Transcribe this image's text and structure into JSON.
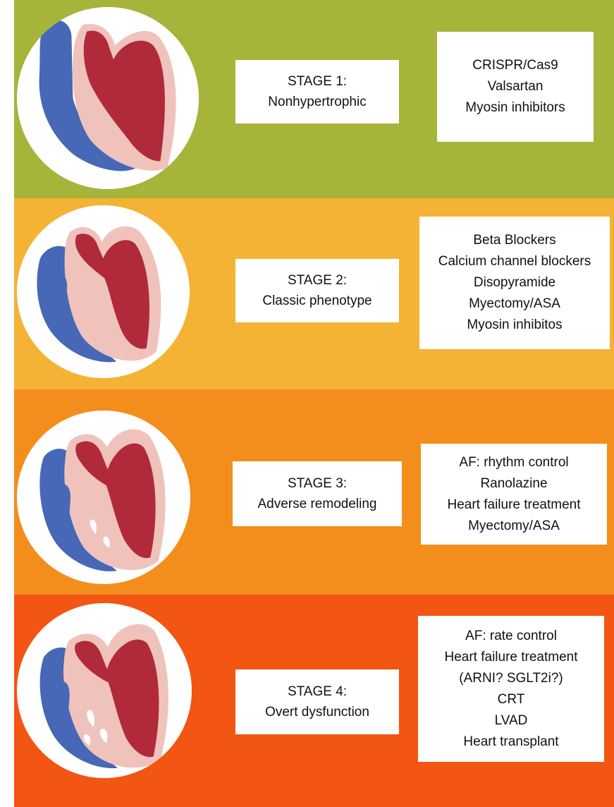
{
  "colors": {
    "stage1_bg": "#a6b43a",
    "stage2_bg": "#f5b335",
    "stage3_bg": "#f38e1d",
    "stage4_bg": "#f35513",
    "heart_red": "#b12a3b",
    "heart_blue": "#4668b6",
    "heart_pink": "#efc3bb",
    "heart_white": "#ffffff"
  },
  "stages": [
    {
      "label_line1": "STAGE 1:",
      "label_line2": "Nonhypertrophic",
      "treatments": [
        "CRISPR/Cas9",
        "Valsartan",
        "Myosin inhibitors"
      ]
    },
    {
      "label_line1": "STAGE 2:",
      "label_line2": "Classic phenotype",
      "treatments": [
        "Beta Blockers",
        "Calcium channel blockers",
        "Disopyramide",
        "Myectomy/ASA",
        "Myosin inhibitos"
      ]
    },
    {
      "label_line1": "STAGE 3:",
      "label_line2": "Adverse remodeling",
      "treatments": [
        "AF: rhythm control",
        "Ranolazine",
        "Heart failure treatment",
        "Myectomy/ASA"
      ]
    },
    {
      "label_line1": "STAGE 4:",
      "label_line2": "Overt dysfunction",
      "treatments": [
        "AF: rate control",
        "Heart failure treatment",
        "(ARNI? SGLT2i?)",
        "CRT",
        "LVAD",
        "Heart transplant"
      ]
    }
  ]
}
